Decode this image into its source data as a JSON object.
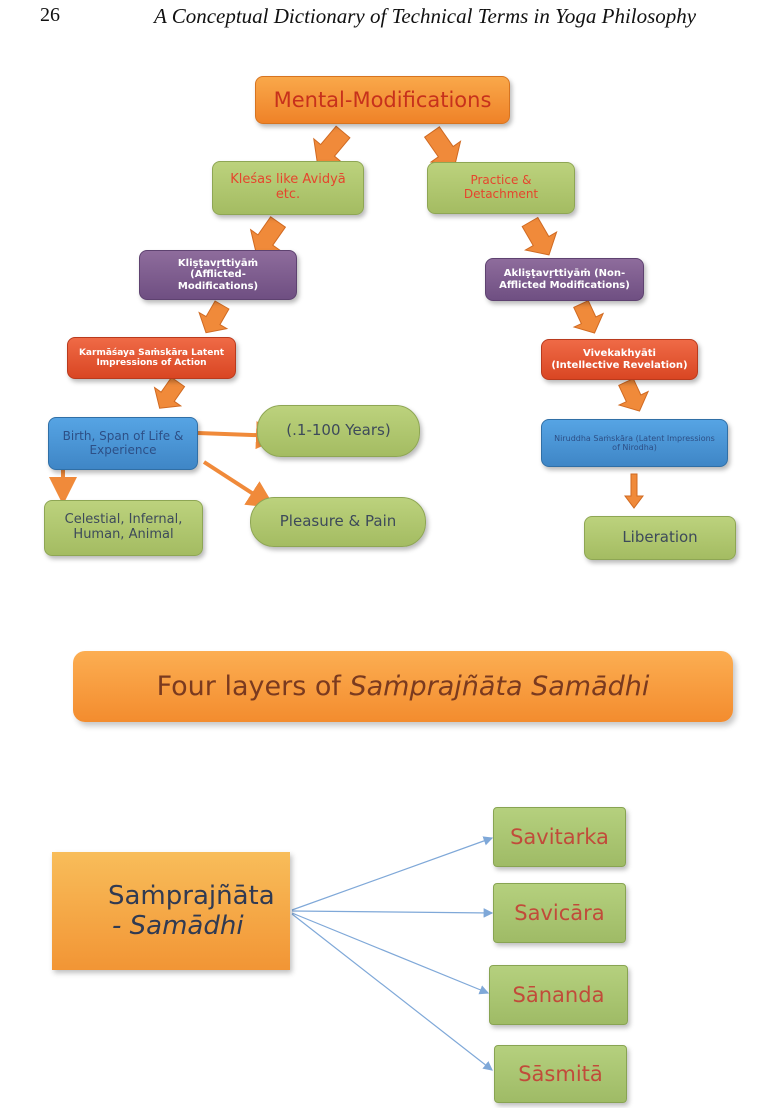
{
  "header": {
    "page_number": "26",
    "running_title": "A Conceptual Dictionary of Technical Terms in Yoga Philosophy"
  },
  "flowchart": {
    "root": "Mental-Modifications",
    "left": {
      "klesas": "Kleśas like Avidyā etc.",
      "klista": "Kliṣṭavṛttiyāṁ (Afflicted-Modifications)",
      "karmasaya": "Karmāśaya Saṁskāra Latent Impressions of Action",
      "birth": "Birth, Span of Life & Experience",
      "years": "(.1-100 Years)",
      "pleasure": "Pleasure & Pain",
      "realms": "Celestial, Infernal, Human, Animal"
    },
    "right": {
      "practice": "Practice & Detachment",
      "aklista": "Akliṣṭavṛttiyāṁ (Non-Afflicted Modifications)",
      "viveka": "Vivekakhyāti (Intellective Revelation)",
      "niruddha": "Niruddha Saṁskāra (Latent Impressions of Nirodha)",
      "liberation": "Liberation"
    }
  },
  "section": {
    "title_prefix": "Four layers of ",
    "title_term": "Saṁprajñāta Samādhi"
  },
  "samadhi": {
    "main_line1": "Saṁprajñāta",
    "main_line2": "- Samādhi",
    "layers": [
      "Savitarka",
      "Savicāra",
      "Sānanda",
      "Sāsmitā"
    ]
  },
  "colors": {
    "orange": "#f38c2e",
    "green": "#a4bc62",
    "purple": "#6f4f82",
    "red": "#d94623",
    "blue": "#3f86c6",
    "arrow": "#f08a3a",
    "connector": "#7fa8d8"
  }
}
